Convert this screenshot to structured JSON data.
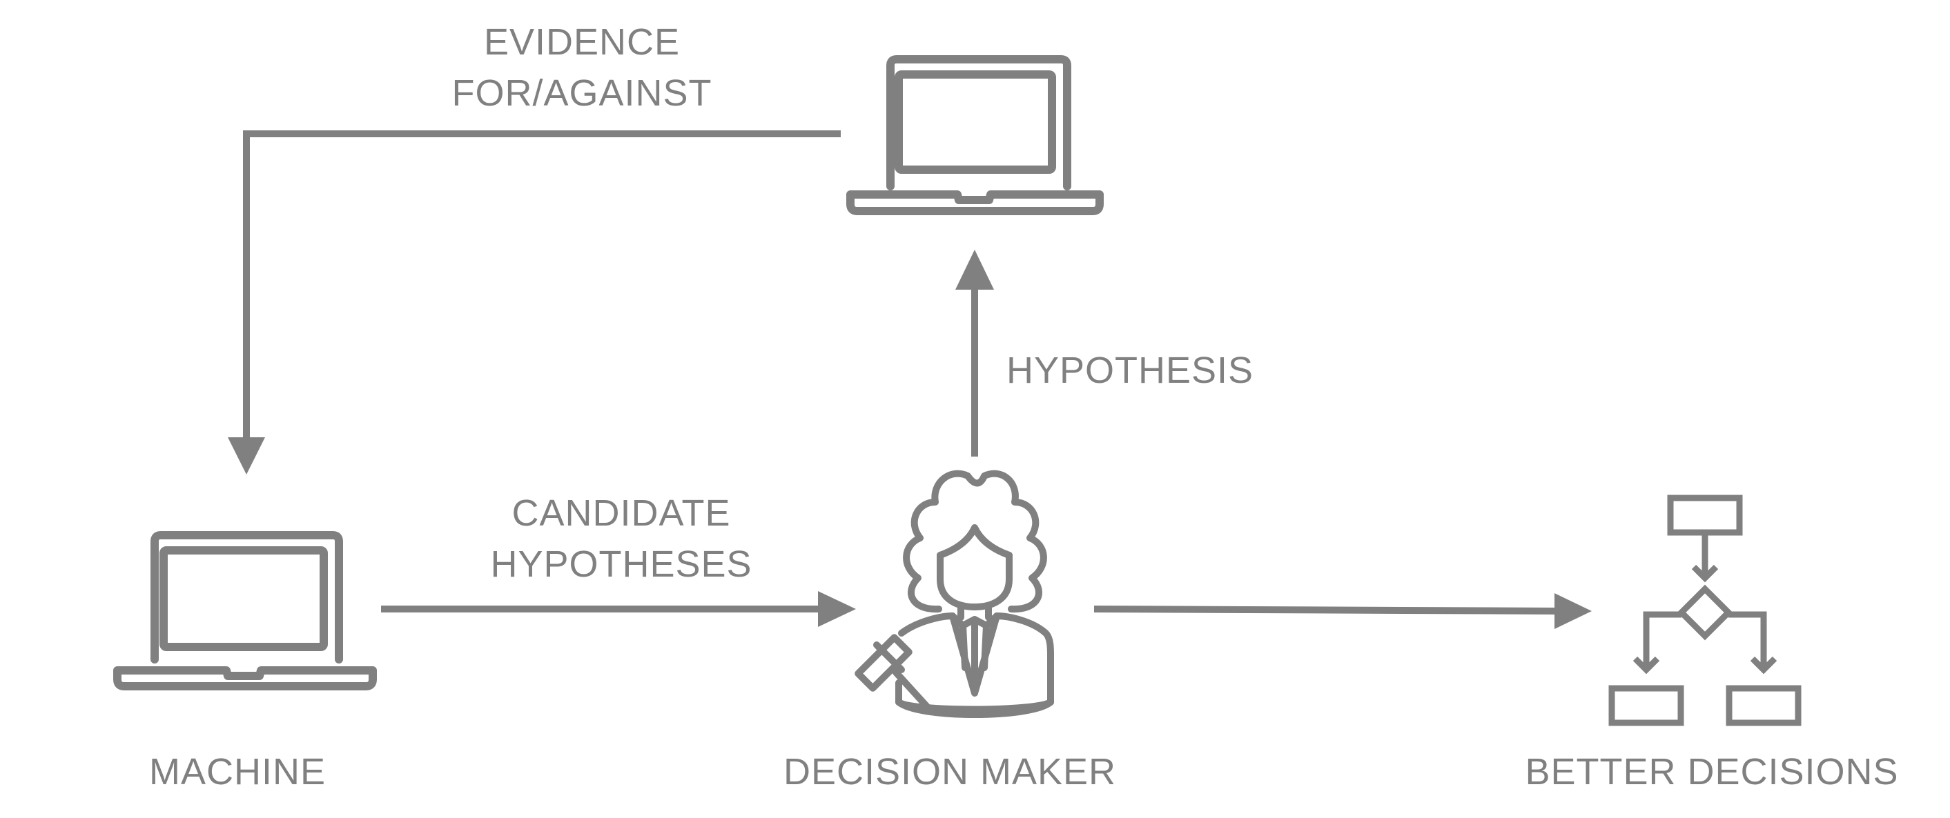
{
  "labels": {
    "evidence": [
      "EVIDENCE",
      "FOR/AGAINST"
    ],
    "hypothesis": "HYPOTHESIS",
    "candidate": [
      "CANDIDATE",
      "HYPOTHESES"
    ],
    "machine": "MACHINE",
    "decision_maker": "DECISION MAKER",
    "better_decisions": "BETTER DECISIONS"
  },
  "colors": {
    "stroke": "#808080",
    "text": "#808080",
    "background": "#ffffff"
  },
  "icons": [
    "laptop-icon",
    "laptop-icon",
    "judge-icon",
    "flowchart-icon"
  ]
}
